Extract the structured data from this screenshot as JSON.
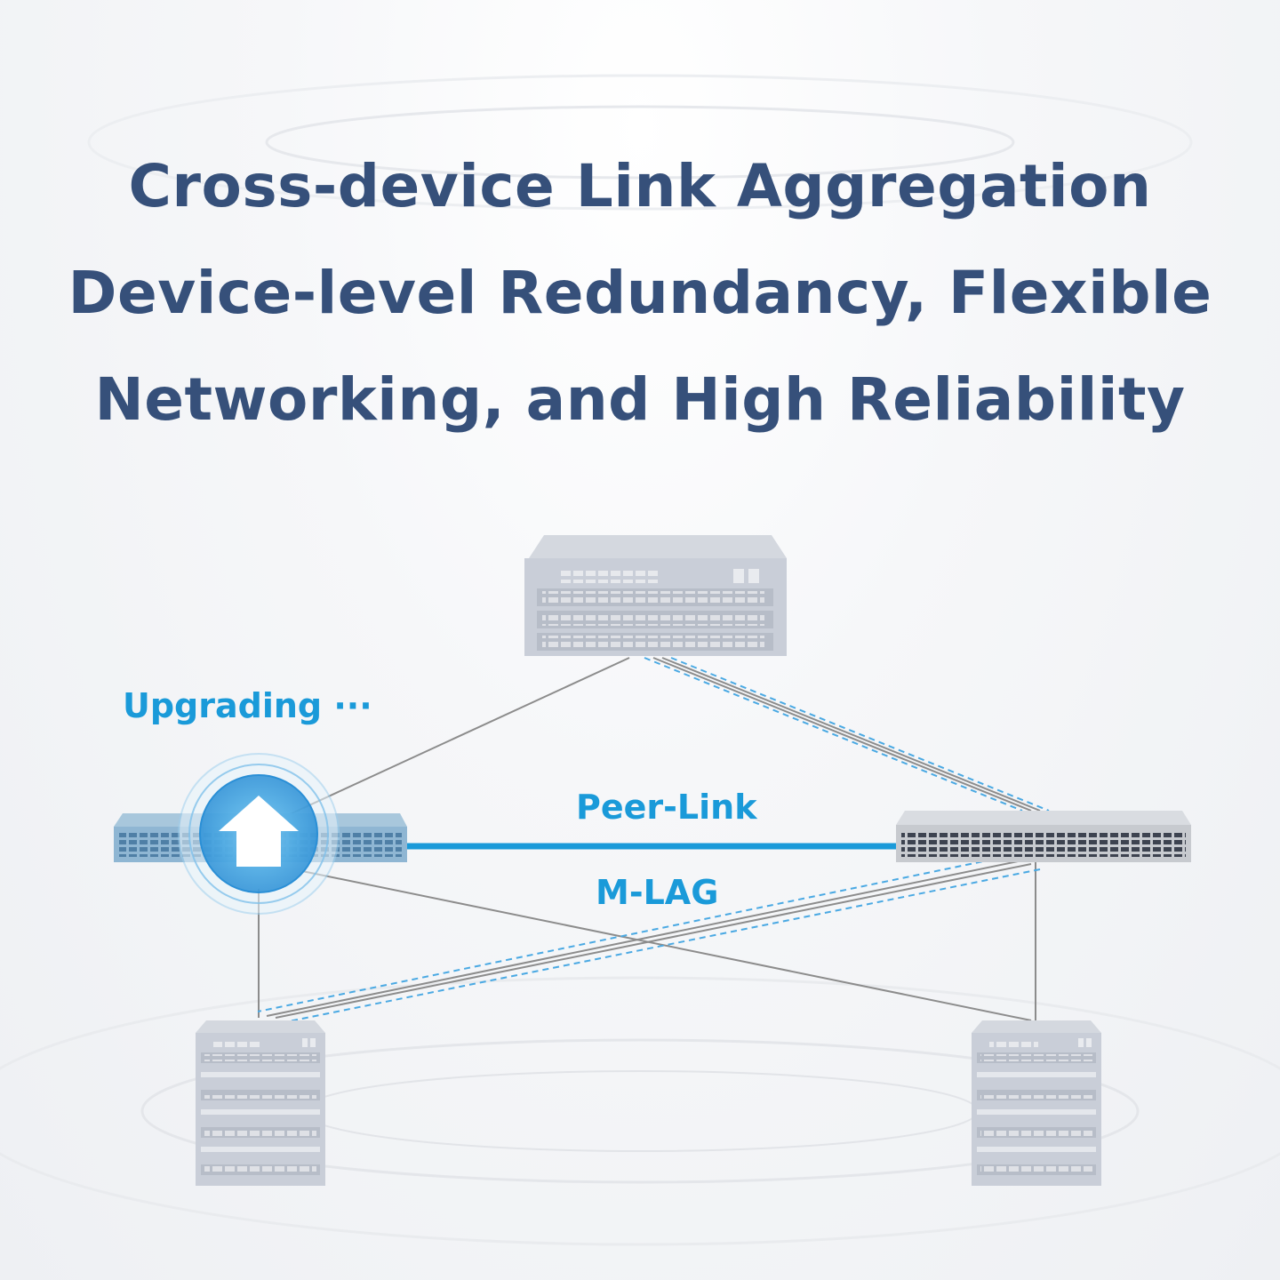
{
  "headline": {
    "line1": "Cross-device Link Aggregation",
    "line2": "Device-level Redundancy, Flexible",
    "line3": "Networking, and High Reliability"
  },
  "labels": {
    "upgrading": "Upgrading ···",
    "peer_link": "Peer-Link",
    "m_lag": "M-LAG"
  },
  "colors": {
    "headline": "#36507a",
    "accent_blue": "#1a9ad9",
    "link_gray": "#8c8c8c",
    "device_gray": "#c9ced8",
    "upgrading_switch": "#8fb6d3",
    "peer_switch": "#c7cacf"
  },
  "icons": {
    "upgrade": "up-arrow-icon"
  }
}
